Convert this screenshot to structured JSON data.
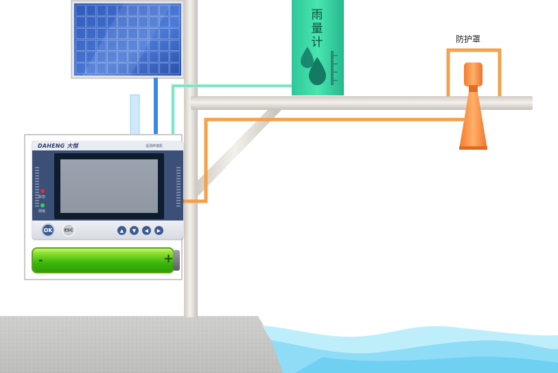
{
  "title": "",
  "controller": {
    "brand": "DAHENG 大恒",
    "model": "遥测终端机",
    "led_status_label": "状态",
    "led_network_label": "网络",
    "buttons": {
      "ok": "OK",
      "esc": "ESC",
      "up": "▲",
      "down": "▼",
      "left": "◀",
      "right": "▶"
    }
  },
  "battery": {
    "minus": "-",
    "plus": "+",
    "charge_level": 1.0
  },
  "rain_gauge": {
    "label_chars": [
      "雨",
      "量",
      "计"
    ]
  },
  "protective_cover": {
    "label": "防护罩"
  },
  "colors": {
    "solar_blue": "#3d66c7",
    "pole": "#e8e4de",
    "rain_gauge_green": "#36d99f",
    "cable_orange": "#f5a04a",
    "cable_teal": "#7fe0c4",
    "cable_blue": "#3a8be0",
    "water": "#8fdcf7",
    "ground": "#c9c9c9",
    "radar_orange": "#f4873a"
  }
}
